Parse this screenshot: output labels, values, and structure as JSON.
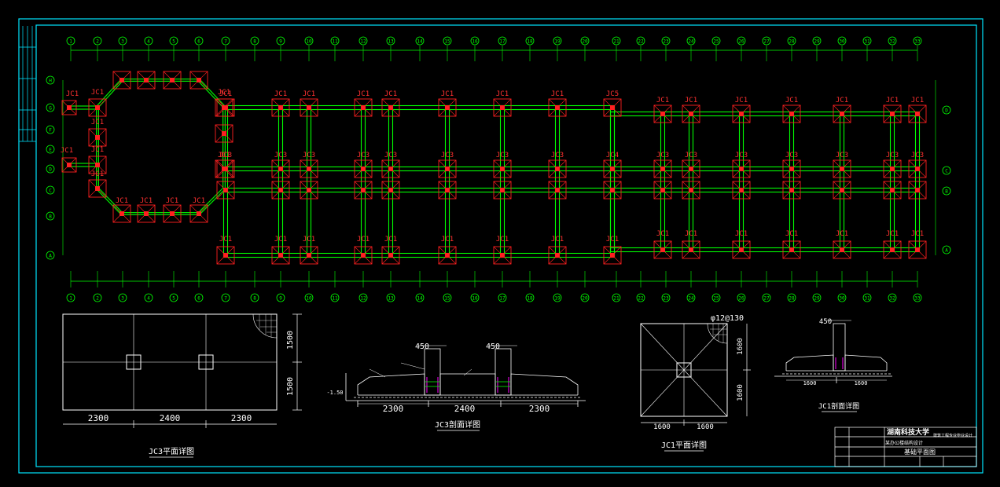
{
  "drawing": {
    "plan_grid": {
      "x_labels": [
        "1",
        "2",
        "3",
        "4",
        "5",
        "6",
        "7",
        "8",
        "9",
        "10",
        "11",
        "12",
        "13",
        "14",
        "15",
        "16",
        "17",
        "18",
        "19",
        "20",
        "21",
        "22",
        "23",
        "24",
        "25",
        "26",
        "27",
        "28",
        "29",
        "30",
        "31",
        "32",
        "33"
      ],
      "y_labels_left": [
        "H",
        "G",
        "F",
        "E",
        "D",
        "C",
        "B",
        "A"
      ],
      "y_labels_right": [
        "D",
        "C",
        "B",
        "A"
      ]
    },
    "foundation_labels": {
      "jc1": "JC1",
      "jc3": "JC3",
      "jc4": "JC4",
      "jc5": "JC5"
    },
    "details": {
      "d1": {
        "title": "JC3平面详图",
        "dims_bottom": [
          "2300",
          "2400",
          "2300"
        ],
        "dims_side": [
          "1500",
          "1500"
        ]
      },
      "d2": {
        "title": "JC3剖面详图",
        "dims_bottom": [
          "2300",
          "2400",
          "2300"
        ],
        "top_dims": [
          "450",
          "450"
        ],
        "level": "-1.50"
      },
      "d3": {
        "title": "JC1平面详图",
        "dims_bottom": [
          "1600",
          "1600"
        ],
        "dims_side": [
          "1600",
          "1600"
        ],
        "rebar": "φ12@130"
      },
      "d4": {
        "title": "JC1剖面详图",
        "dims_bottom": [
          "1600",
          "1600"
        ],
        "top_dim": "450"
      }
    },
    "title_block": {
      "school": "湖南科技大学",
      "project": "建筑工程专业毕业设计",
      "subproject": "某办公楼结构设计",
      "sheet": "基础平面图"
    }
  }
}
